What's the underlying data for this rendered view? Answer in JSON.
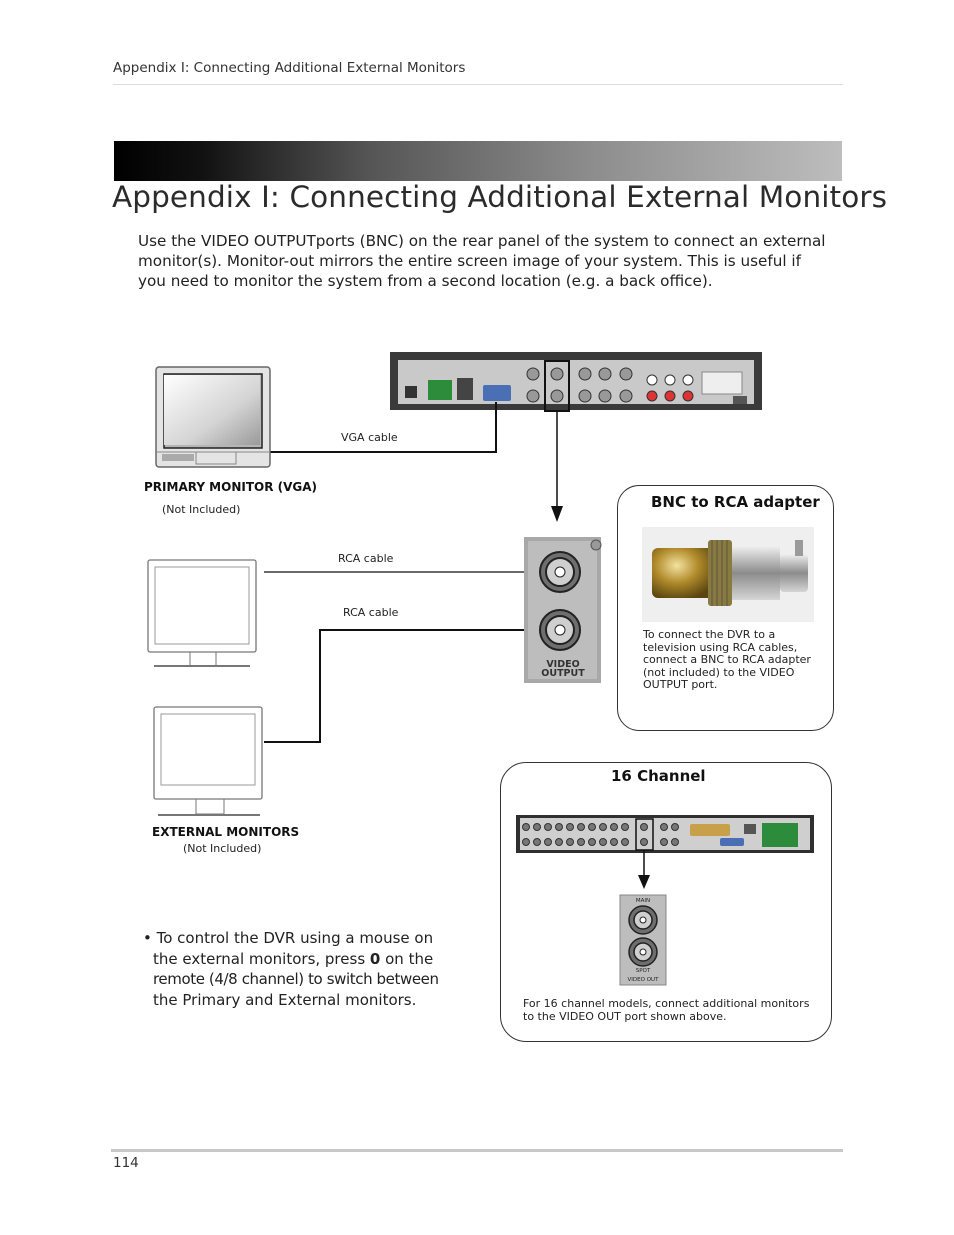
{
  "header": {
    "running_title": "Appendix I: Connecting Additional External Monitors"
  },
  "title": "Appendix I: Connecting Additional External Monitors",
  "intro": "Use the VIDEO OUTPUTports (BNC) on the rear panel of the system to connect an external monitor(s). Monitor-out mirrors the entire screen image of your system. This is useful if you need to monitor the system from a second location (e.g. a back office).",
  "diagram": {
    "vga_cable_label": "VGA cable",
    "rca_cable_label_1": "RCA cable",
    "rca_cable_label_2": "RCA cable",
    "primary_monitor_label": "PRIMARY MONITOR (VGA)",
    "primary_not_included": "(Not Included)",
    "external_monitors_label": "EXTERNAL MONITORS",
    "external_not_included": "(Not Included)",
    "video_output_label": "VIDEO OUTPUT"
  },
  "bnc_box": {
    "title": "BNC to RCA adapter",
    "note": "To connect the DVR to a television using RCA cables, connect a BNC to RCA adapter (not included) to the VIDEO OUTPUT port."
  },
  "channel_box": {
    "title": "16 Channel",
    "port_main_label": "MAIN",
    "port_spot_label": "SPOT",
    "port_caption": "VIDEO OUT",
    "note": "For 16 channel models, connect additional monitors to the VIDEO OUT port shown above."
  },
  "bullet": {
    "line1": "To control the DVR using a mouse on",
    "line2_pre": "the external monitors, press ",
    "key": "0",
    "line2_post": " on the",
    "line3": "remote (4/8 channel) to switch between",
    "line4": "the Primary and External monitors."
  },
  "footer": {
    "page_number": "114"
  }
}
